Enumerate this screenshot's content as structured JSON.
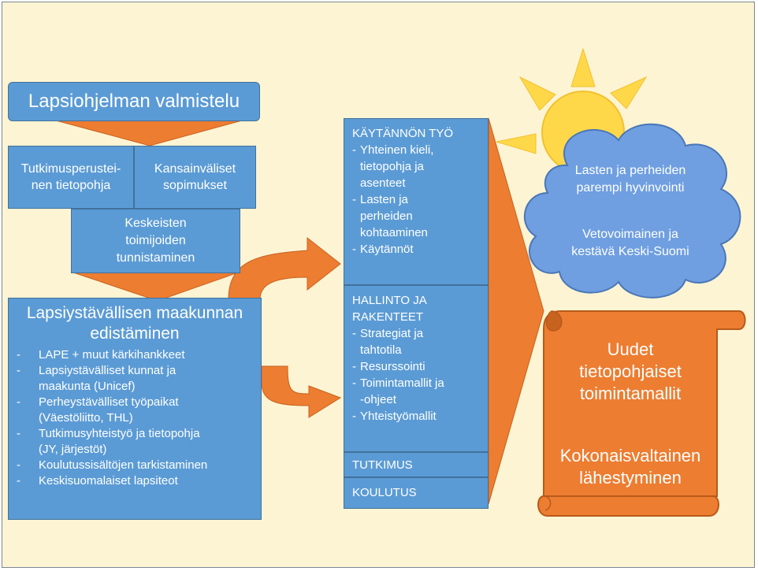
{
  "colors": {
    "background": "#fdf4d3",
    "box_blue": "#5b9bd5",
    "box_border": "#41719c",
    "arrow_orange": "#ed7d31",
    "sun_yellow": "#ffd84a",
    "cloud_blue": "#6f9fe0"
  },
  "top_box": {
    "title": "Lapsiohjelman valmistelu"
  },
  "left_split": {
    "left": "Tutkimusperustei-\nnen tietopohja",
    "right": "Kansainväliset\nsopimukset"
  },
  "keskeisten": "Keskeisten\ntoimijoiden\ntunnistaminen",
  "lapsiystavallisen": {
    "title": "Lapsiystävällisen maakunnan\nedistäminen",
    "items": [
      "LAPE + muut kärkihankkeet",
      "Lapsiystävälliset kunnat ja\nmaakunta (Unicef)",
      "Perheystävälliset työpaikat\n(Väestöliitto, THL)",
      "Tutkimusyhteistyö ja tietopohja\n(JY, järjestöt)",
      "Koulutussisältöjen tarkistaminen",
      "Keskisuomalaiset lapsiteot"
    ]
  },
  "middle": {
    "kaytannon": {
      "title": "KÄYTÄNNÖN TYÖ",
      "items": [
        "Yhteinen kieli,\ntietopohja ja\nasenteet",
        "Lasten ja\nperheiden\nkohtaaminen",
        "Käytännöt"
      ]
    },
    "hallinto": {
      "title": "HALLINTO JA\nRAKENTEET",
      "items": [
        "Strategiat ja\ntahtotila",
        "Resurssointi",
        "Toimintamallit ja\n-ohjeet",
        "Yhteistyömallit"
      ]
    },
    "tutkimus": "TUTKIMUS",
    "koulutus": "KOULUTUS"
  },
  "cloud": {
    "line1": "Lasten ja perheiden\nparempi hyvinvointi",
    "line2": "Vetovoimainen ja\nkestävä Keski-Suomi"
  },
  "scroll": {
    "line1": "Uudet\ntietopohjaiset\ntoimintamallit",
    "line2": "Kokonaisvaltainen\nlähestyminen"
  }
}
